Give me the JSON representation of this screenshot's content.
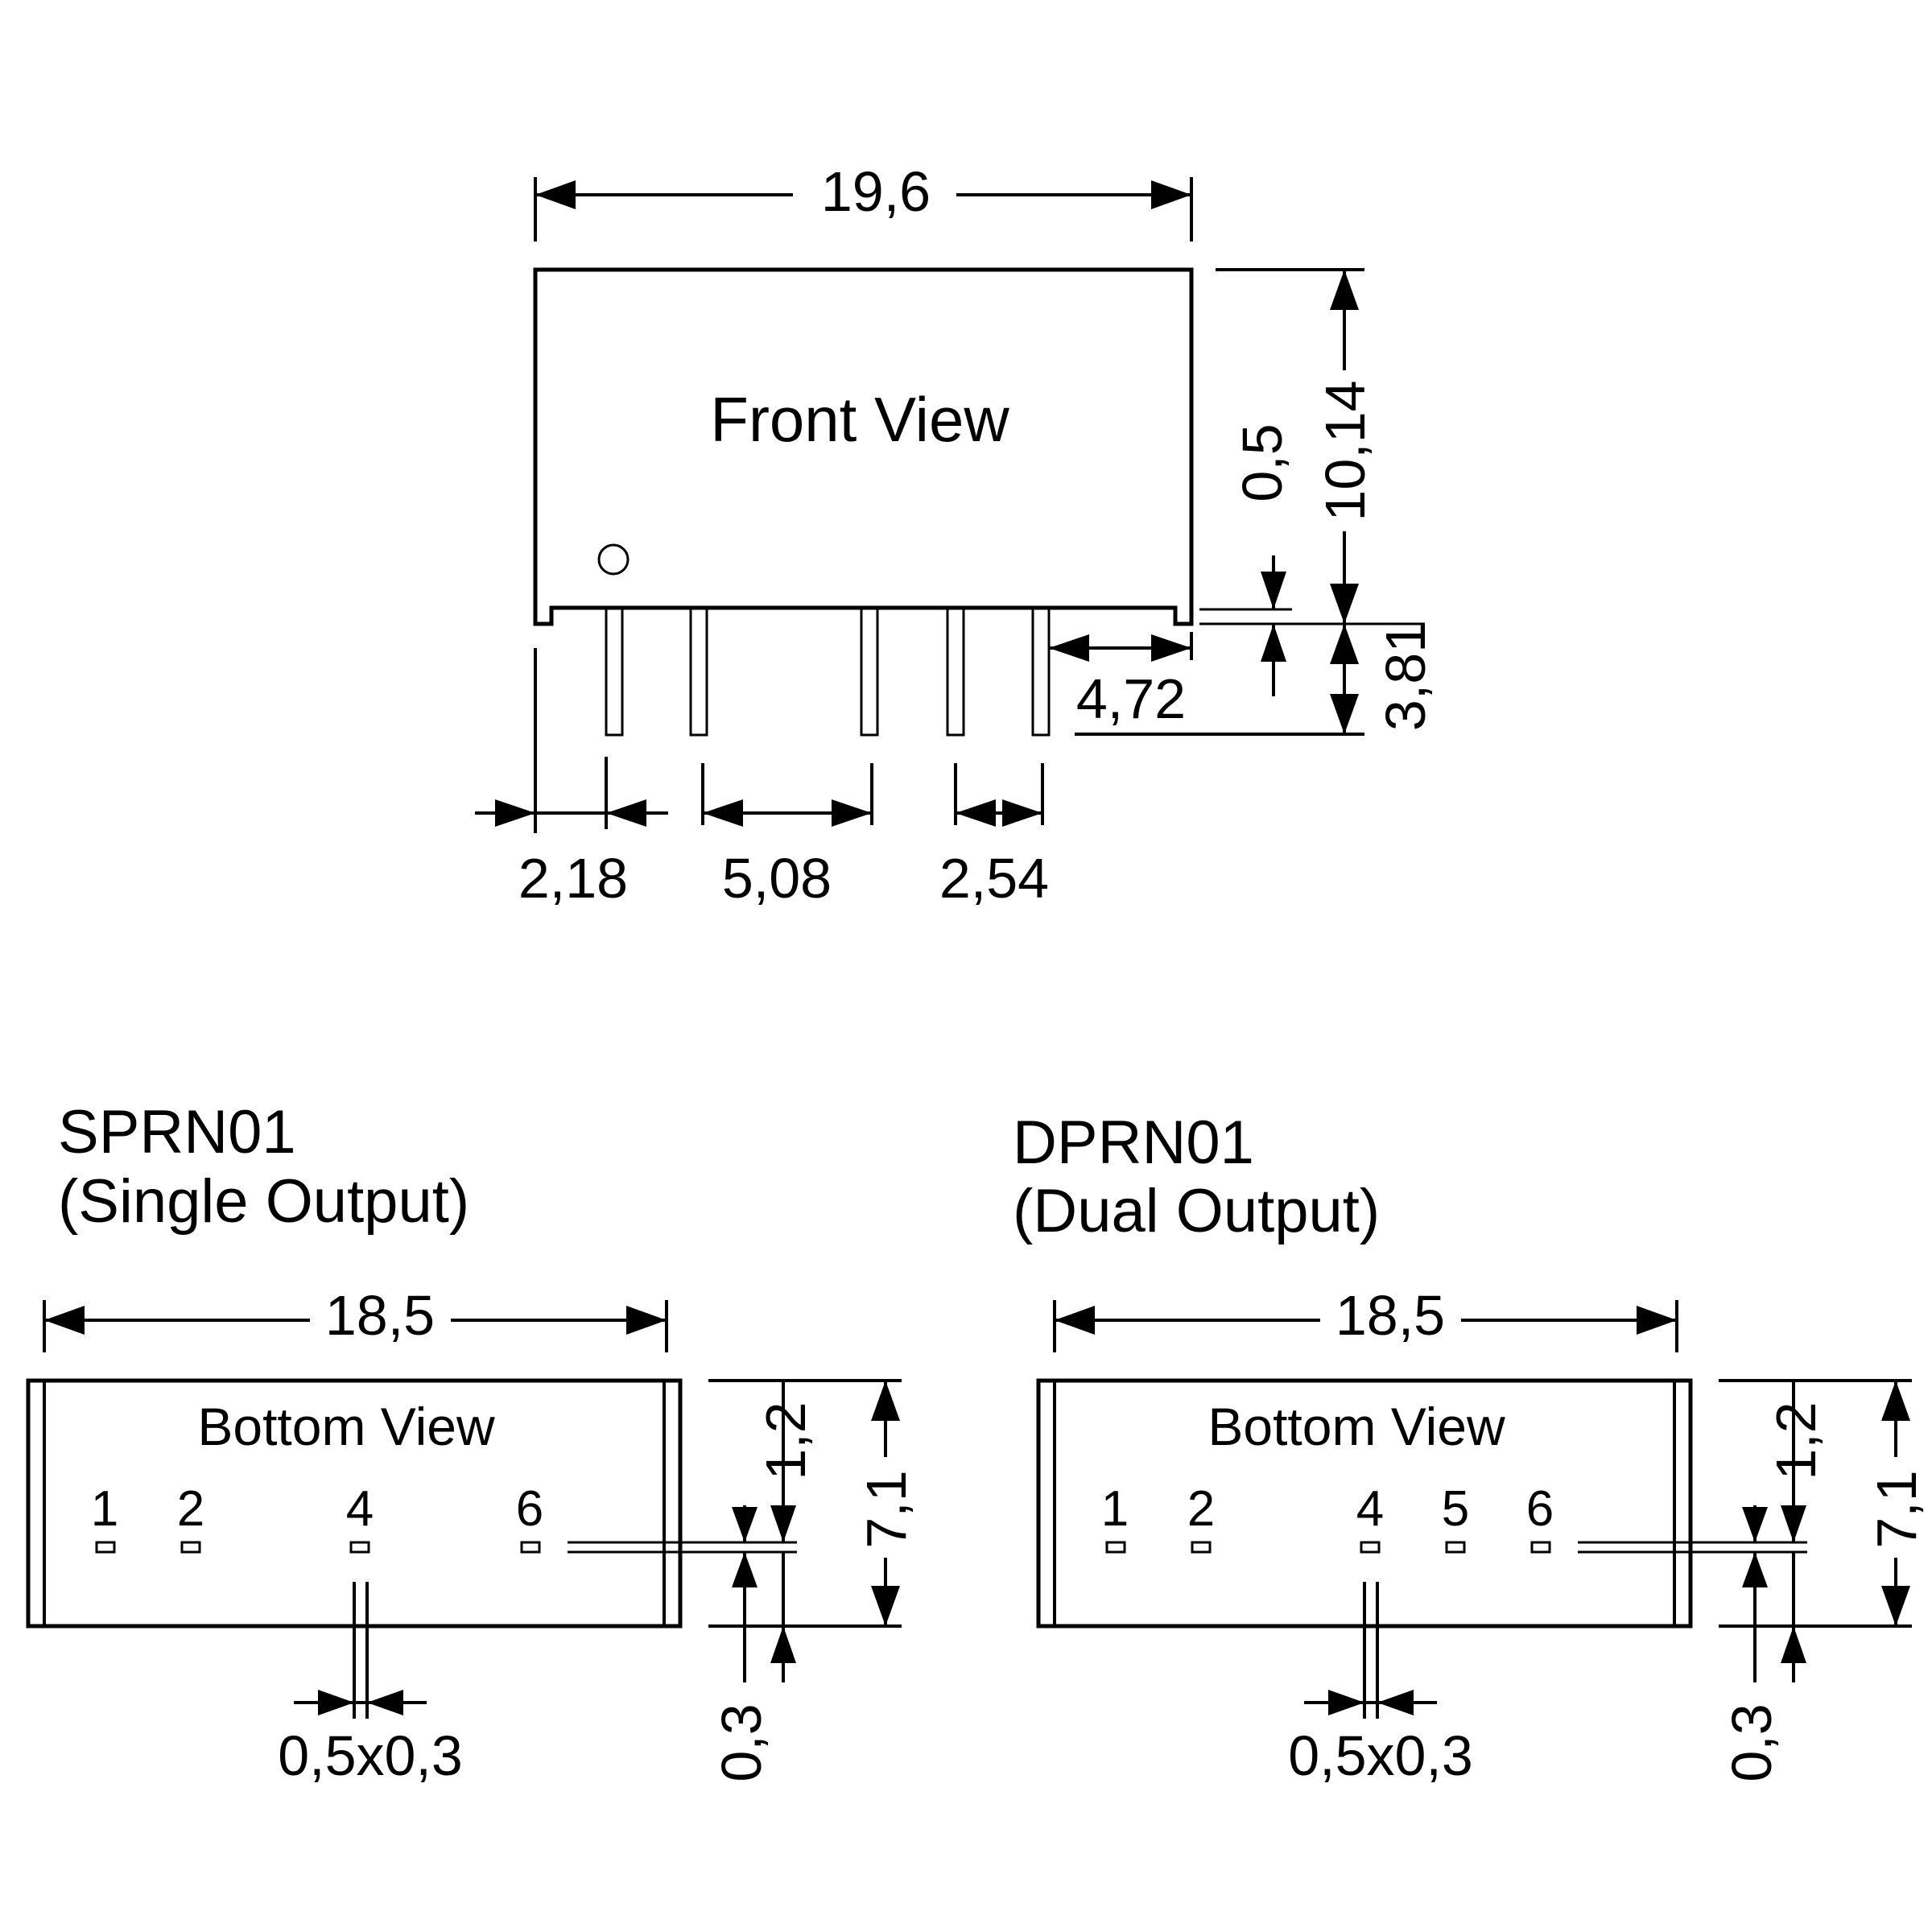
{
  "front": {
    "title": "Front View",
    "width": "19,6",
    "height": "10,14",
    "standoff": "0,5",
    "pin_length": "3,81",
    "edge_to_last_pin": "4,72",
    "edge_to_first_pin": "2,18",
    "pitch_large": "5,08",
    "pitch_small": "2,54"
  },
  "spr": {
    "name": "SPRN01",
    "desc": "(Single Output)",
    "width": "18,5",
    "view": "Bottom View",
    "pins": [
      "1",
      "2",
      "4",
      "6"
    ],
    "height": "7,1",
    "pin_offset": "1,2",
    "pad_h": "0,3",
    "pad_size": "0,5x0,3"
  },
  "dpr": {
    "name": "DPRN01",
    "desc": "(Dual Output)",
    "width": "18,5",
    "view": "Bottom View",
    "pins": [
      "1",
      "2",
      "4",
      "5",
      "6"
    ],
    "height": "7,1",
    "pin_offset": "1,2",
    "pad_h": "0,3",
    "pad_size": "0,5x0,3"
  }
}
